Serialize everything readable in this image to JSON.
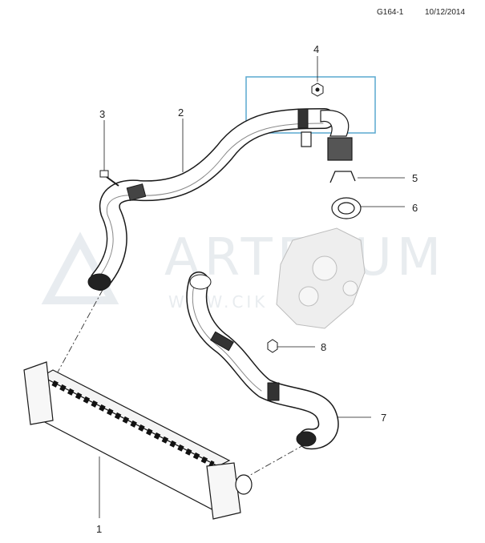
{
  "header": {
    "code": "G164-1",
    "date": "10/12/2014"
  },
  "watermark": {
    "brand": "ARTEXUM",
    "sub": "WWW.CIK"
  },
  "callouts": [
    "1",
    "2",
    "3",
    "4",
    "5",
    "6",
    "7",
    "8"
  ],
  "colors": {
    "highlight": "#5aa9cf",
    "line": "#1a1a1a",
    "watermark": "#e6eaee"
  }
}
